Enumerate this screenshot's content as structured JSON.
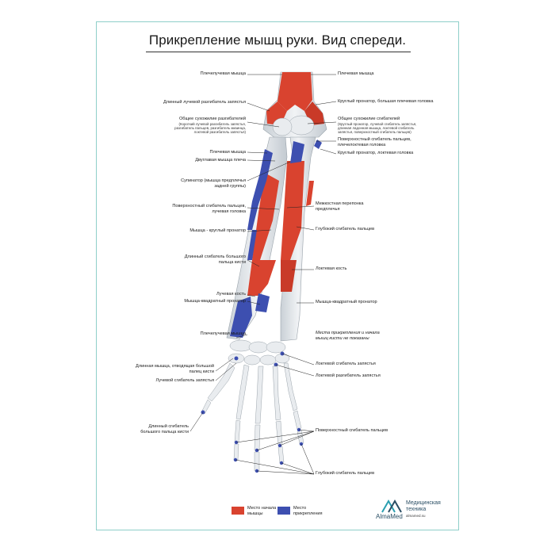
{
  "title": "Прикрепление мышц руки. Вид спереди.",
  "labels_left": {
    "brachioradialis_top": "Плечелучевая мышца",
    "ext_carpi_radialis_longus": "Длинный лучевой разгибатель запястья",
    "common_extensor_tendon": "Общее сухожилие разгибателей",
    "common_extensor_tendon_note": "(Короткий лучевой разгибатель запястья, разгибатель пальцев, разгибатель мизинца, локтевой разгибатель запястья)",
    "brachioradialis_mid": "Плечевая мышца",
    "biceps": "Двуглавая мышца плеча",
    "supinator": "Супинатор (мышца предплечья задней группы)",
    "fds_radial_head": "Поверхностный сгибатель пальцев, лучевая головка",
    "pronator_teres": "Мышца - круглый пронатор",
    "fpl": "Длинный сгибатель большого пальца кисти",
    "radius": "Лучевая кость",
    "pronator_quadratus_left": "Мышца-квадратный пронатор",
    "brachioradialis_low": "Плечелучевая мышца",
    "apl": "Длинная мышца, отводящая большой палец кисти",
    "fcr": "Лучевой сгибатель запястья",
    "fpl_hand": "Длинный сгибатель большого пальца кисти"
  },
  "labels_right": {
    "brachialis": "Плечевая мышца",
    "pronator_teres_humeral": "Круглый пронатор, большая плечевая головка",
    "common_flexor_tendon": "Общее сухожилие сгибателей",
    "common_flexor_tendon_note": "(Круглый пронатор, лучевой сгибатель запястья, длинная ладонная мышца, локтевой сгибатель запястья, поверхностный сгибатель пальцев)",
    "fds_humeroulnar": "Поверхностный сгибатель пальцев, плечелоктевая головка",
    "pronator_teres_ulnar": "Круглый пронатор, локтевая головка",
    "interosseous_membrane": "Межкостная перепонка предплечья",
    "fdp": "Глубокий сгибатель пальцев",
    "ulna": "Локтевая кость",
    "pronator_quadratus_right": "Мышца-квадратный пронатор",
    "hand_note": "Места прикрепления и начала мышц кисти не показаны",
    "fcu": "Локтевой сгибатель запястья",
    "ecu": "Локтевой разгибатель запястья",
    "fds_hand": "Поверхностный сгибатель пальцев",
    "fdp_hand": "Глубокий сгибатель пальцев"
  },
  "legend": {
    "origin_label": "Место начала мышцы",
    "insertion_label": "Место прикрепления",
    "origin_color": "#d9432f",
    "insertion_color": "#3d4fb0"
  },
  "brand": {
    "logo_icon": "almamed-logo-icon",
    "name": "AlmaMed",
    "tagline_1": "Медицинская",
    "tagline_2": "техника",
    "site": "almamed.su"
  },
  "colors": {
    "muscle_origin": "#d9432f",
    "muscle_insertion": "#3d4fb0",
    "bone": "#e8ecef",
    "frame": "#8fcfc9"
  }
}
